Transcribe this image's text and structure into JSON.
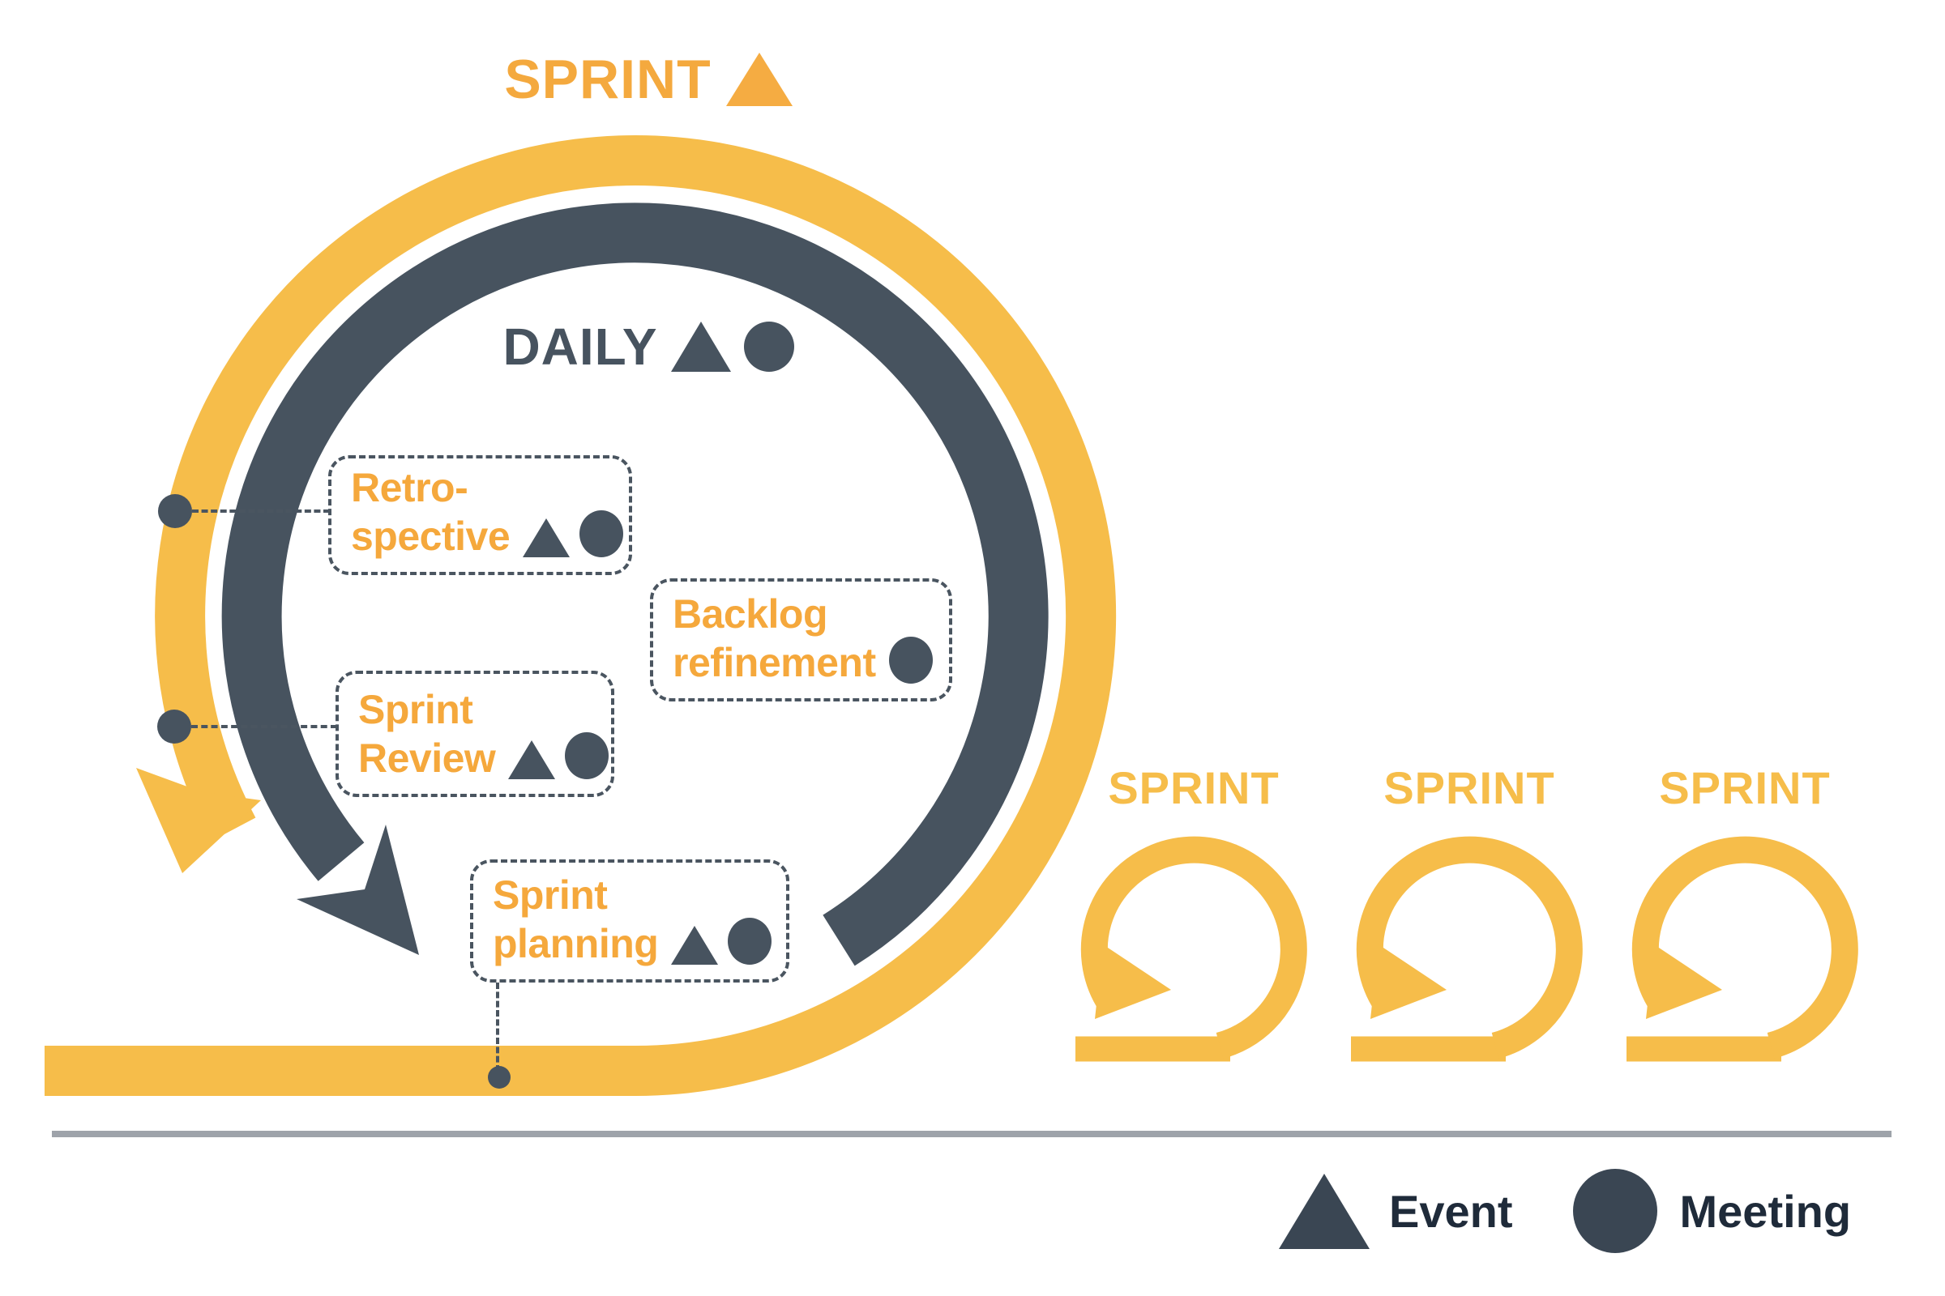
{
  "colors": {
    "yellow": "#F6BD4A",
    "orange": "#F4A93E",
    "slate": "#47535F",
    "legend_icon": "#3A4653",
    "legend_text": "#1F2B3A",
    "separator_gray": "#9EA3AA",
    "dashed_border": "#4A5560"
  },
  "title": {
    "label": "SPRINT",
    "icon": "event-triangle-icon"
  },
  "daily": {
    "label": "DAILY",
    "icons": [
      "event-triangle-icon",
      "meeting-circle-icon"
    ]
  },
  "events": {
    "retrospective": {
      "line1": "Retro-",
      "line2": "spective",
      "icons": [
        "event-triangle-icon",
        "meeting-circle-icon"
      ]
    },
    "backlog_refinement": {
      "line1": "Backlog",
      "line2": "refinement",
      "icons": [
        "meeting-circle-icon"
      ]
    },
    "sprint_review": {
      "line1": "Sprint",
      "line2": "Review",
      "icons": [
        "event-triangle-icon",
        "meeting-circle-icon"
      ]
    },
    "sprint_planning": {
      "line1": "Sprint",
      "line2": "planning",
      "icons": [
        "event-triangle-icon",
        "meeting-circle-icon"
      ]
    }
  },
  "mini_sprints": {
    "labels": [
      "SPRINT",
      "SPRINT",
      "SPRINT"
    ]
  },
  "legend": {
    "event": "Event",
    "meeting": "Meeting"
  }
}
